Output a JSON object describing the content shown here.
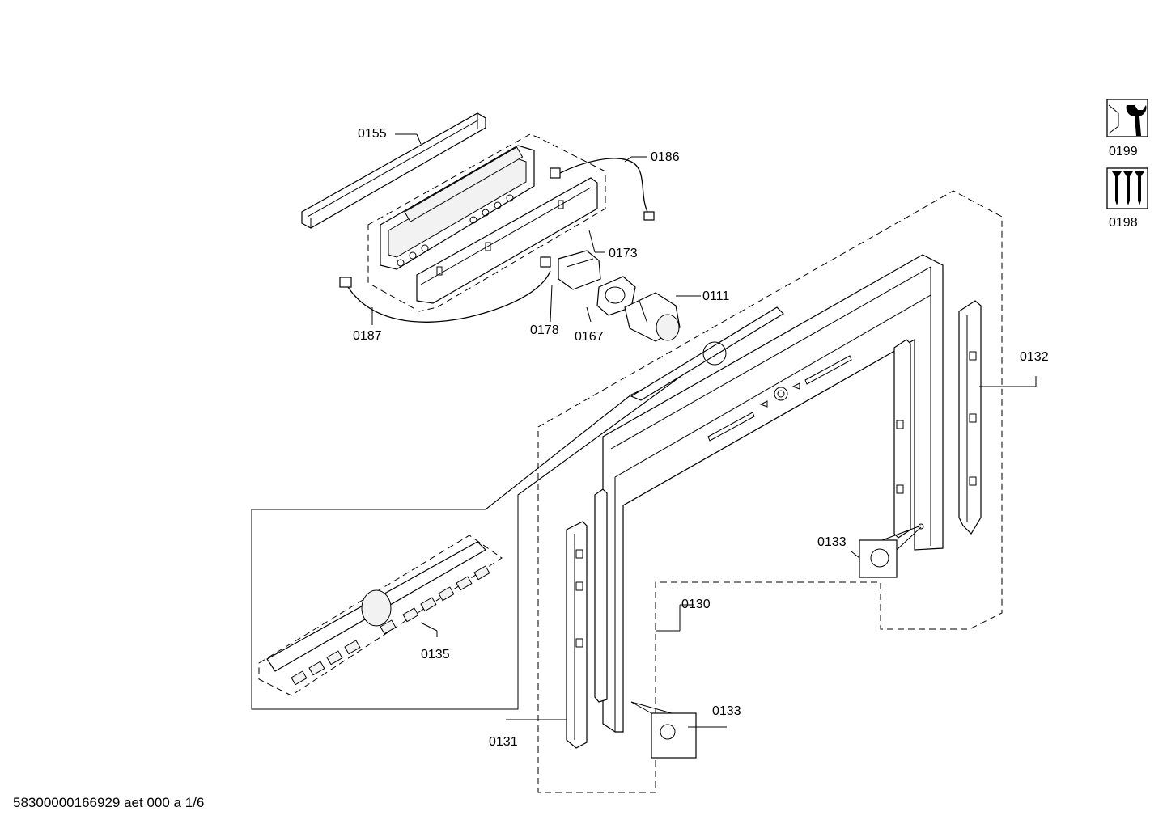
{
  "diagram": {
    "labels": {
      "p0155": "0155",
      "p0186": "0186",
      "p0173": "0173",
      "p0187": "0187",
      "p0178": "0178",
      "p0167": "0167",
      "p0111": "0111",
      "p0132": "0132",
      "p0133a": "0133",
      "p0130": "0130",
      "p0135": "0135",
      "p0133b": "0133",
      "p0131": "0131",
      "p0199": "0199",
      "p0198": "0198"
    },
    "footer": "58300000166929 aet 000 a 1/6"
  },
  "icons": {
    "tool": "wrench-icon",
    "screws": "screws-icon"
  }
}
